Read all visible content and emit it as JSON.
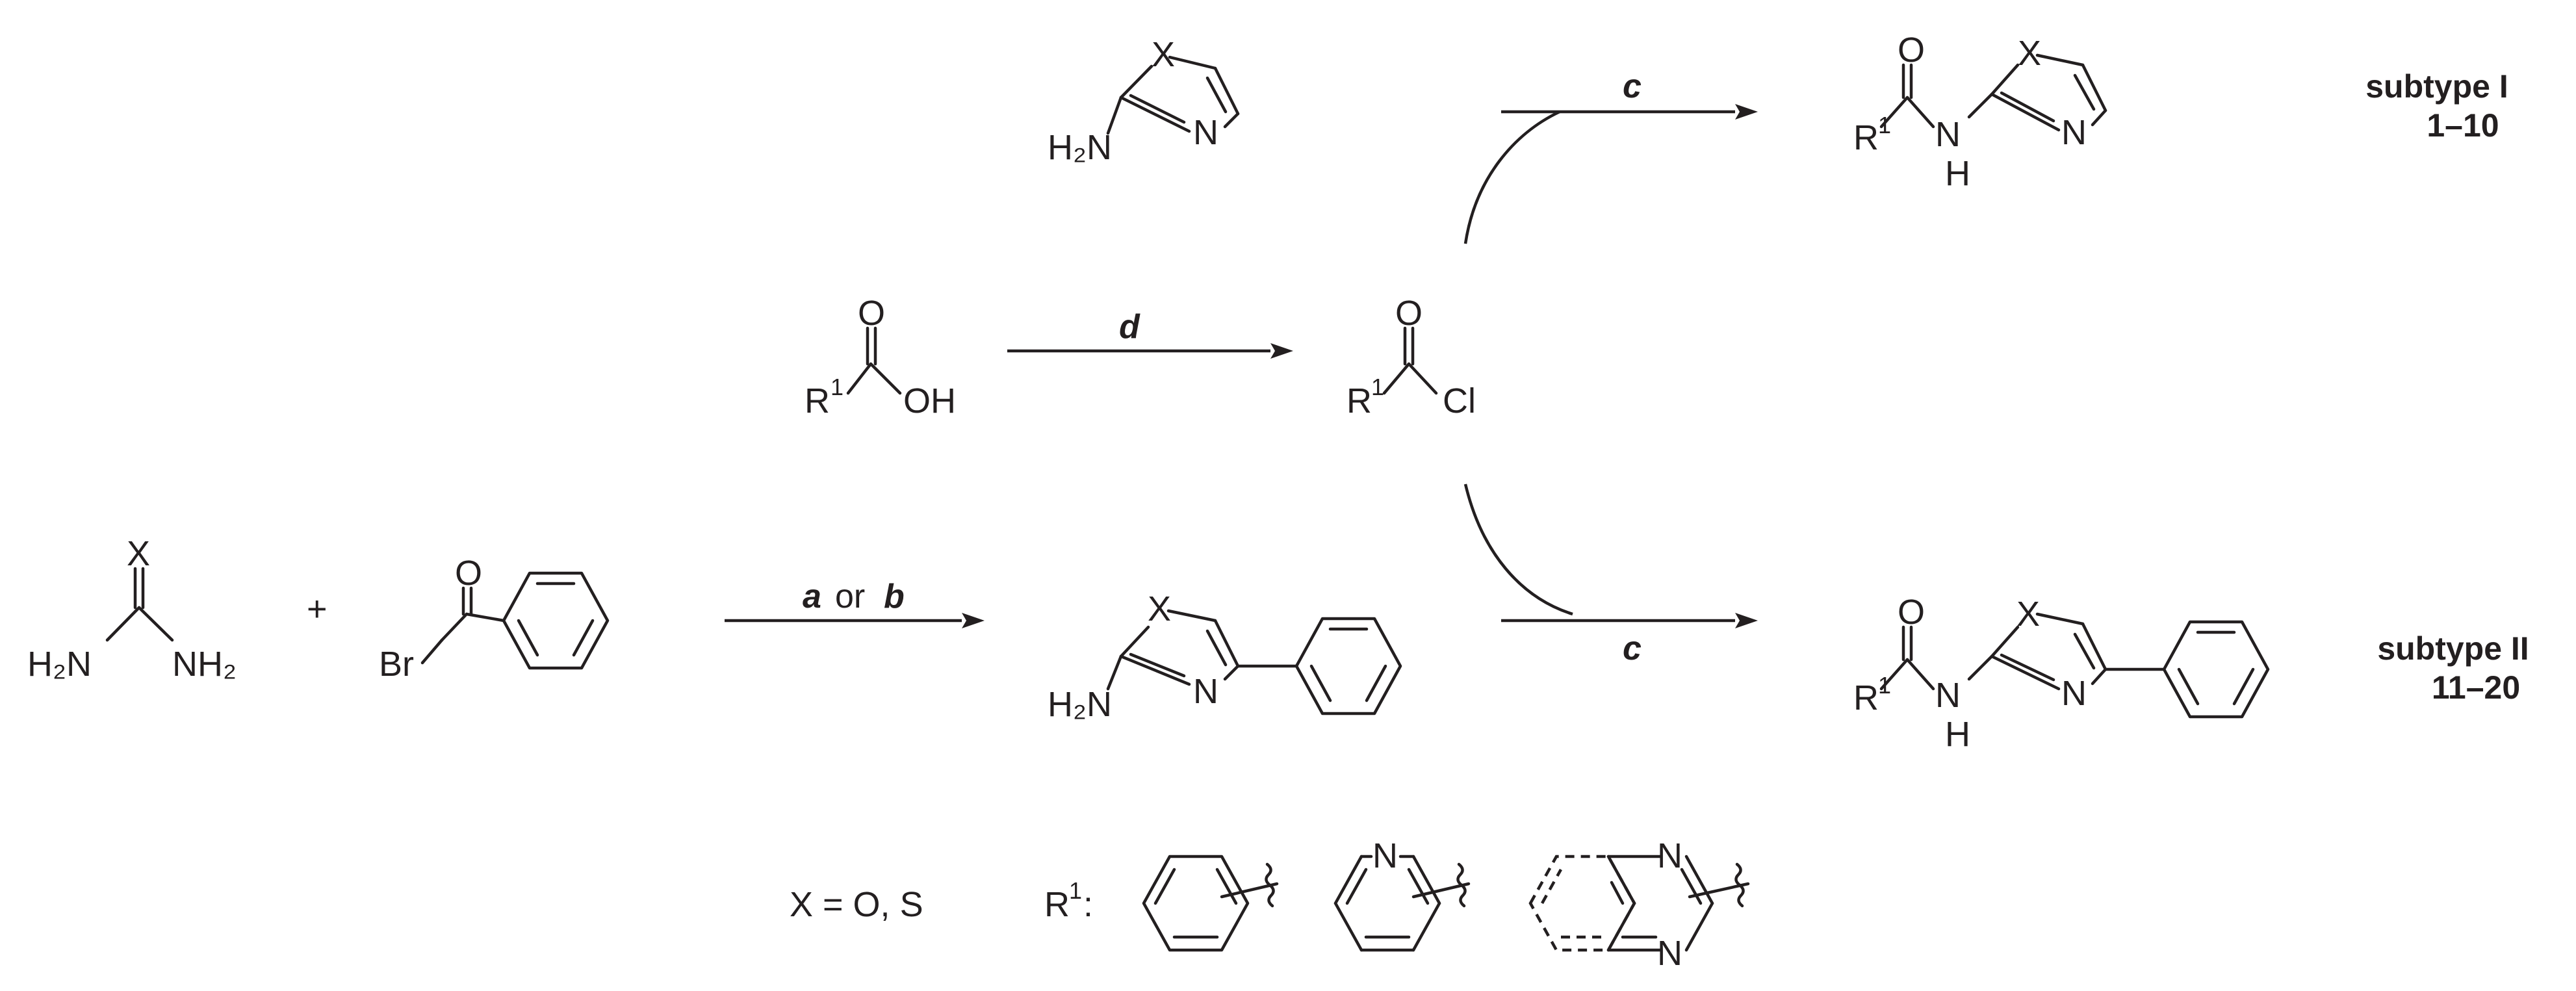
{
  "atoms": {
    "X": "X",
    "N": "N",
    "O": "O",
    "H": "H",
    "H2N": "H₂N",
    "NH2": "NH₂",
    "H2N_left": "H₂N",
    "R": "R",
    "one": "1",
    "OH": "OH",
    "Cl": "Cl",
    "Br": "Br",
    "plus": "+"
  },
  "reagents": {
    "a": "a",
    "or": "or",
    "b": "b",
    "c_top": "c",
    "c_bottom": "c",
    "d": "d"
  },
  "subtypes": {
    "top_name": "subtype I",
    "top_range": "1–10",
    "bottom_name": "subtype II",
    "bottom_range": "11–20"
  },
  "legend": {
    "x_def": "X = O, S",
    "r1_prefix": "R",
    "r1_sup": "1",
    "r1_colon": ":"
  }
}
